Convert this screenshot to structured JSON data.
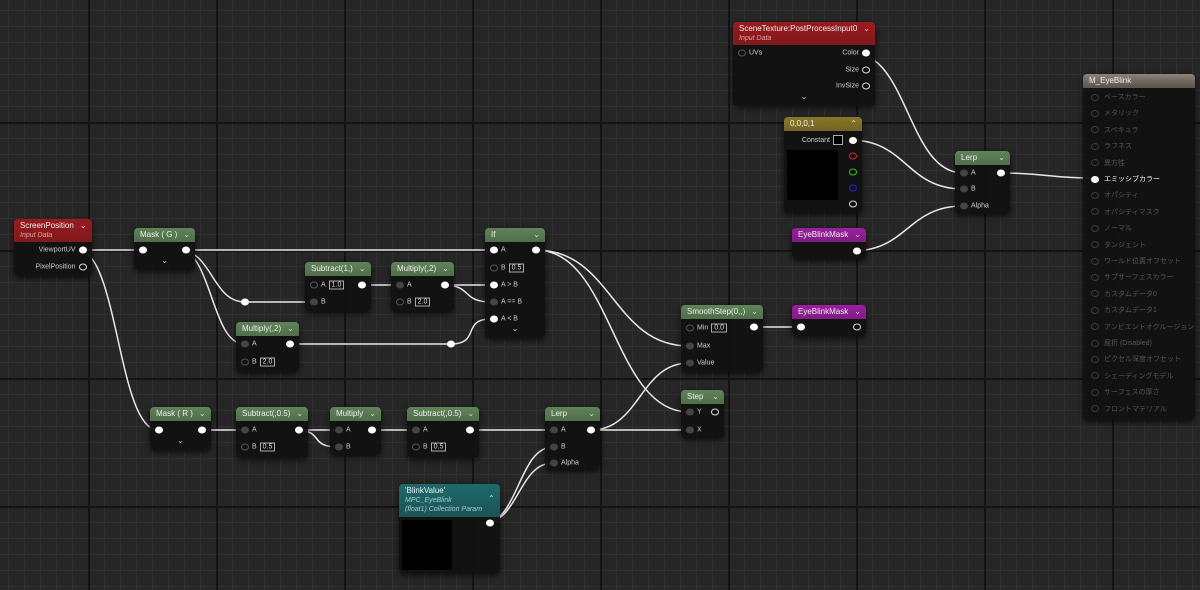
{
  "colors": {
    "green": "#5f8458",
    "red": "#9a1b1e",
    "purple": "#9b1fa0",
    "gold": "#8a7828",
    "teal": "#1e6a6c",
    "material": "#8d8076"
  },
  "nodes": {
    "scene_texture": {
      "title": "SceneTexture:PostProcessInput0",
      "subtitle": "Input Data",
      "uvs": "UVs",
      "color": "Color",
      "size": "Size",
      "invsize": "InvSize"
    },
    "constant4": {
      "title": "0,0,0,1",
      "constant": "Constant"
    },
    "eyeblinkmask_get": {
      "title": "EyeBlinkMask"
    },
    "lerp_top": {
      "title": "Lerp",
      "a": "A",
      "b": "B",
      "alpha": "Alpha"
    },
    "screen_position": {
      "title": "ScreenPosition",
      "subtitle": "Input Data",
      "viewport_uv": "ViewportUV",
      "pixel_position": "PixelPosition"
    },
    "mask_g": {
      "title": "Mask ( G )"
    },
    "subtract_1": {
      "title": "Subtract(1,)",
      "a": "A",
      "a_value": "1.0",
      "b": "B"
    },
    "multiply_2_top": {
      "title": "Multiply(,2)",
      "a": "A",
      "b": "B",
      "b_value": "2.0"
    },
    "if": {
      "title": "If",
      "a": "A",
      "b": "B",
      "b_value": "0.5",
      "agb": "A > B",
      "aeb": "A == B",
      "alb": "A < B"
    },
    "multiply_2_low": {
      "title": "Multiply(,2)",
      "a": "A",
      "b": "B",
      "b_value": "2.0"
    },
    "mask_r": {
      "title": "Mask ( R )"
    },
    "subtract_05_a": {
      "title": "Subtract(,0.5)",
      "a": "A",
      "b": "B",
      "b_value": "0.5"
    },
    "multiply": {
      "title": "Multiply",
      "a": "A",
      "b": "B"
    },
    "subtract_05_b": {
      "title": "Subtract(,0.5)",
      "a": "A",
      "b": "B",
      "b_value": "0.5"
    },
    "lerp_low": {
      "title": "Lerp",
      "a": "A",
      "b": "B",
      "alpha": "Alpha"
    },
    "blink_value": {
      "title": "'BlinkValue'",
      "line1": "MPC_EyeBlink",
      "line2": "(float1) Collection Param"
    },
    "smoothstep": {
      "title": "SmoothStep(0,,)",
      "min": "Min",
      "min_value": "0.0",
      "max": "Max",
      "value": "Value"
    },
    "eyeblinkmask_set": {
      "title": "EyeBlinkMask"
    },
    "step": {
      "title": "Step",
      "y": "Y",
      "x": "X"
    }
  },
  "material": {
    "title": "M_EyeBlink",
    "inputs": [
      "ベースカラー",
      "メタリック",
      "スペキュラ",
      "ラフネス",
      "異方性",
      "エミッシブカラー",
      "オパシティ",
      "オパシティマスク",
      "ノーマル",
      "タンジェント",
      "ワールド位置オフセット",
      "サブサーフェスカラー",
      "カスタムデータ0",
      "カスタムデータ1",
      "アンビエントオクルージョン",
      "屈折 (Disabled)",
      "ピクセル深度オフセット",
      "シェーディングモデル",
      "サーフェスの厚さ",
      "フロントマテリアル"
    ],
    "connected_index": 5
  }
}
